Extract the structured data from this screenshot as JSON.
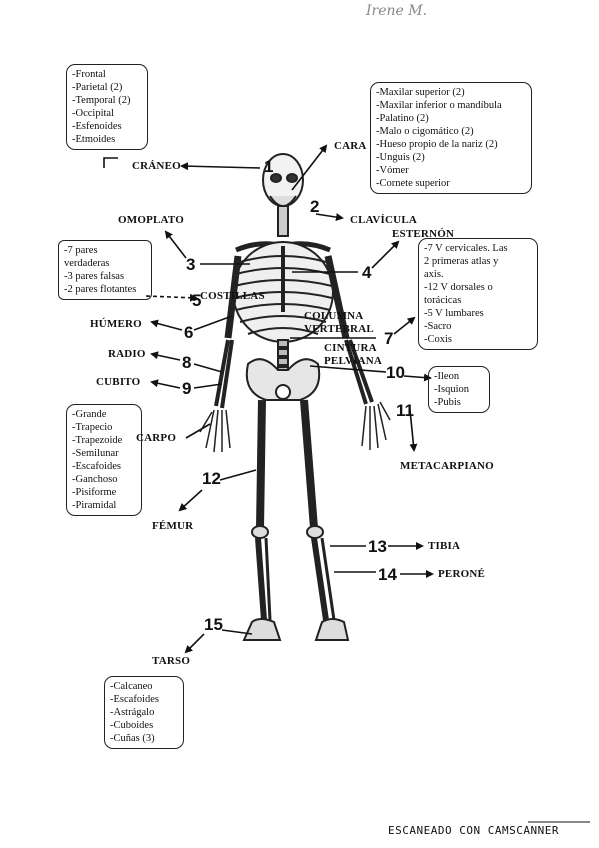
{
  "signature": "Irene M.",
  "labels": {
    "craneo": "CRÁNEO",
    "cara": "CARA",
    "omoplato": "OMOPLATO",
    "clavicula": "CLAVÍCULA",
    "esternon": "ESTERNÓN",
    "costillas": "COSTILLAS",
    "humero": "HÚMERO",
    "columna": "COLUMNA VERTEBRAL",
    "cintura": "CINTURA PELVIANA",
    "radio": "RADIO",
    "cubito": "CUBITO",
    "carpo": "CARPO",
    "metacarpiano": "METACARPIANO",
    "femur": "FÉMUR",
    "tibia": "TIBIA",
    "perone": "PERONÉ",
    "tarso": "TARSO"
  },
  "numbers": {
    "n1": "1",
    "n2": "2",
    "n3": "3",
    "n4": "4",
    "n5": "5",
    "n6": "6",
    "n7": "7",
    "n8": "8",
    "n9": "9",
    "n10": "10",
    "n11": "11",
    "n12": "12",
    "n13": "13",
    "n14": "14",
    "n15": "15"
  },
  "boxes": {
    "craneo": [
      "-Frontal",
      "-Parietal (2)",
      "-Temporal (2)",
      "-Occipital",
      "-Esfenoides",
      "-Etmoides"
    ],
    "cara": [
      "-Maxilar superior (2)",
      "-Maxilar inferior o mandíbula",
      "-Palatino (2)",
      "-Malo o cigomático (2)",
      "-Hueso propio de la nariz (2)",
      "-Unguis (2)",
      "-Vómer",
      "-Cornete superior"
    ],
    "costillas": [
      "-7 pares",
      "verdaderas",
      "-3 pares falsas",
      "-2 pares flotantes"
    ],
    "columna": [
      "-7 V cervicales. Las",
      "2 primeras atlas y",
      "axis.",
      "-12 V dorsales o",
      "torácicas",
      "-5 V lumbares",
      "-Sacro",
      "-Coxis"
    ],
    "cintura": [
      "-Ileon",
      "-Isquion",
      "-Pubis"
    ],
    "carpo": [
      "-Grande",
      "-Trapecio",
      "-Trapezoide",
      "-Semilunar",
      "-Escafoides",
      "-Ganchoso",
      "-Pisiforme",
      "-Piramidal"
    ],
    "tarso": [
      "-Calcaneo",
      "-Escafoides",
      "-Astrágalo",
      "-Cuboides",
      "-Cuñas (3)"
    ]
  },
  "footer": "ESCANEADO CON CAMSCANNER"
}
